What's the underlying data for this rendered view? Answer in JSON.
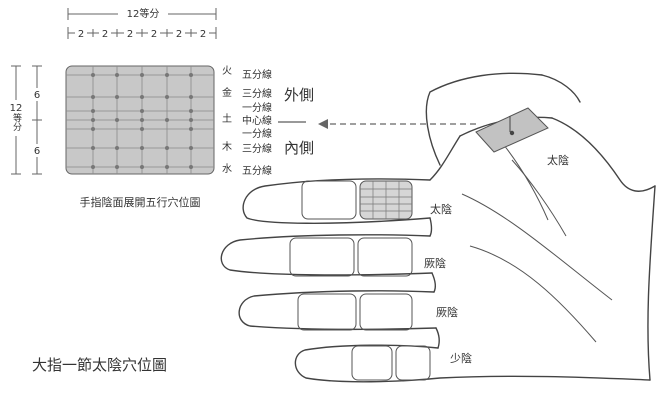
{
  "ruler_top": {
    "total_label": "12等分",
    "segment_label": "2",
    "segment_count": 6
  },
  "ruler_left": {
    "total_label_number": "12",
    "total_label_chars": "等分",
    "segment_upper": "6",
    "segment_lower": "6"
  },
  "panel": {
    "caption": "手指陰面展開五行穴位圖",
    "rows": [
      {
        "element": "火",
        "line": "五分線"
      },
      {
        "element": "金",
        "line": "三分線"
      },
      {
        "element": "",
        "line": "一分線"
      },
      {
        "element": "土",
        "line": "中心線"
      },
      {
        "element": "",
        "line": "一分線"
      },
      {
        "element": "木",
        "line": "三分線"
      },
      {
        "element": "水",
        "line": "五分線"
      }
    ],
    "outer_label": "外側",
    "inner_label": "內側"
  },
  "hand": {
    "thumb_label": "太陰",
    "fingers": [
      {
        "label": "太陰"
      },
      {
        "label": "厥陰"
      },
      {
        "label": "厥陰"
      },
      {
        "label": "少陰"
      }
    ]
  },
  "main_caption": "大指一節太陰穴位圖",
  "colors": {
    "panel_fill": "#c8c8c8",
    "stroke": "#555555",
    "dot": "#777777",
    "arrow": "#666666"
  }
}
